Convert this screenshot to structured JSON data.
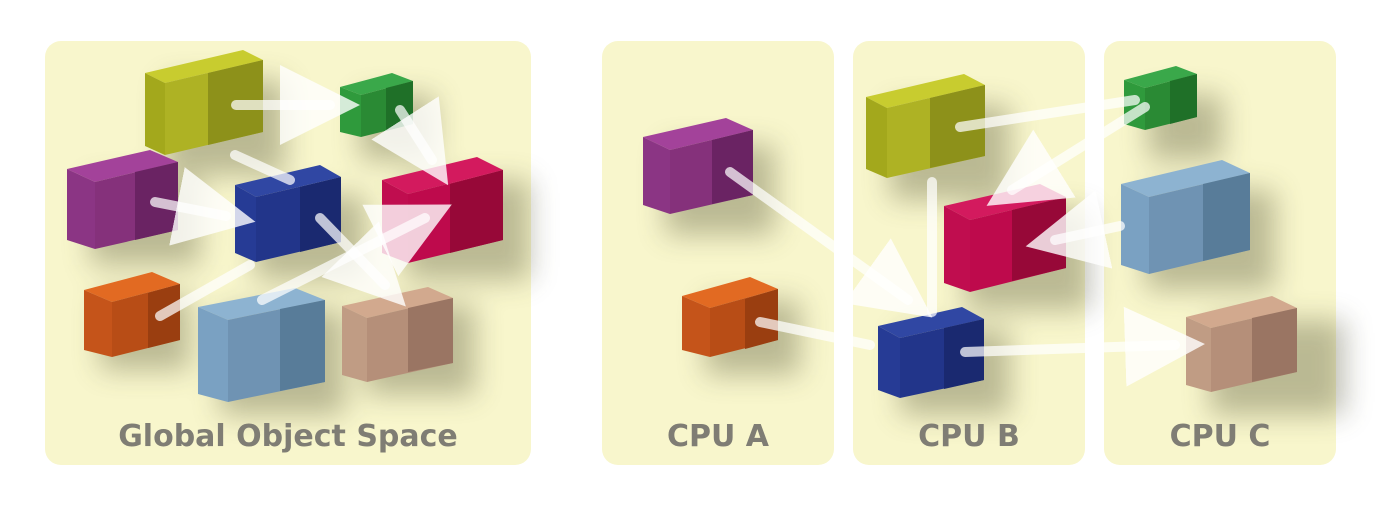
{
  "panels": {
    "global": {
      "label": "Global Object Space"
    },
    "cpu_a": {
      "label": "CPU A"
    },
    "cpu_b": {
      "label": "CPU B"
    },
    "cpu_c": {
      "label": "CPU C"
    }
  },
  "colors": {
    "panel_bg": "#f8f6cc",
    "label_text": "#7f7d74",
    "arrow": "#ffffff",
    "olive": "#aeb224",
    "green": "#2f9a3c",
    "purple": "#85317b",
    "navy": "#22358a",
    "crimson": "#be0a4c",
    "orange": "#c5541a",
    "steel_blue": "#7aa1c2",
    "tan": "#b58f79"
  }
}
